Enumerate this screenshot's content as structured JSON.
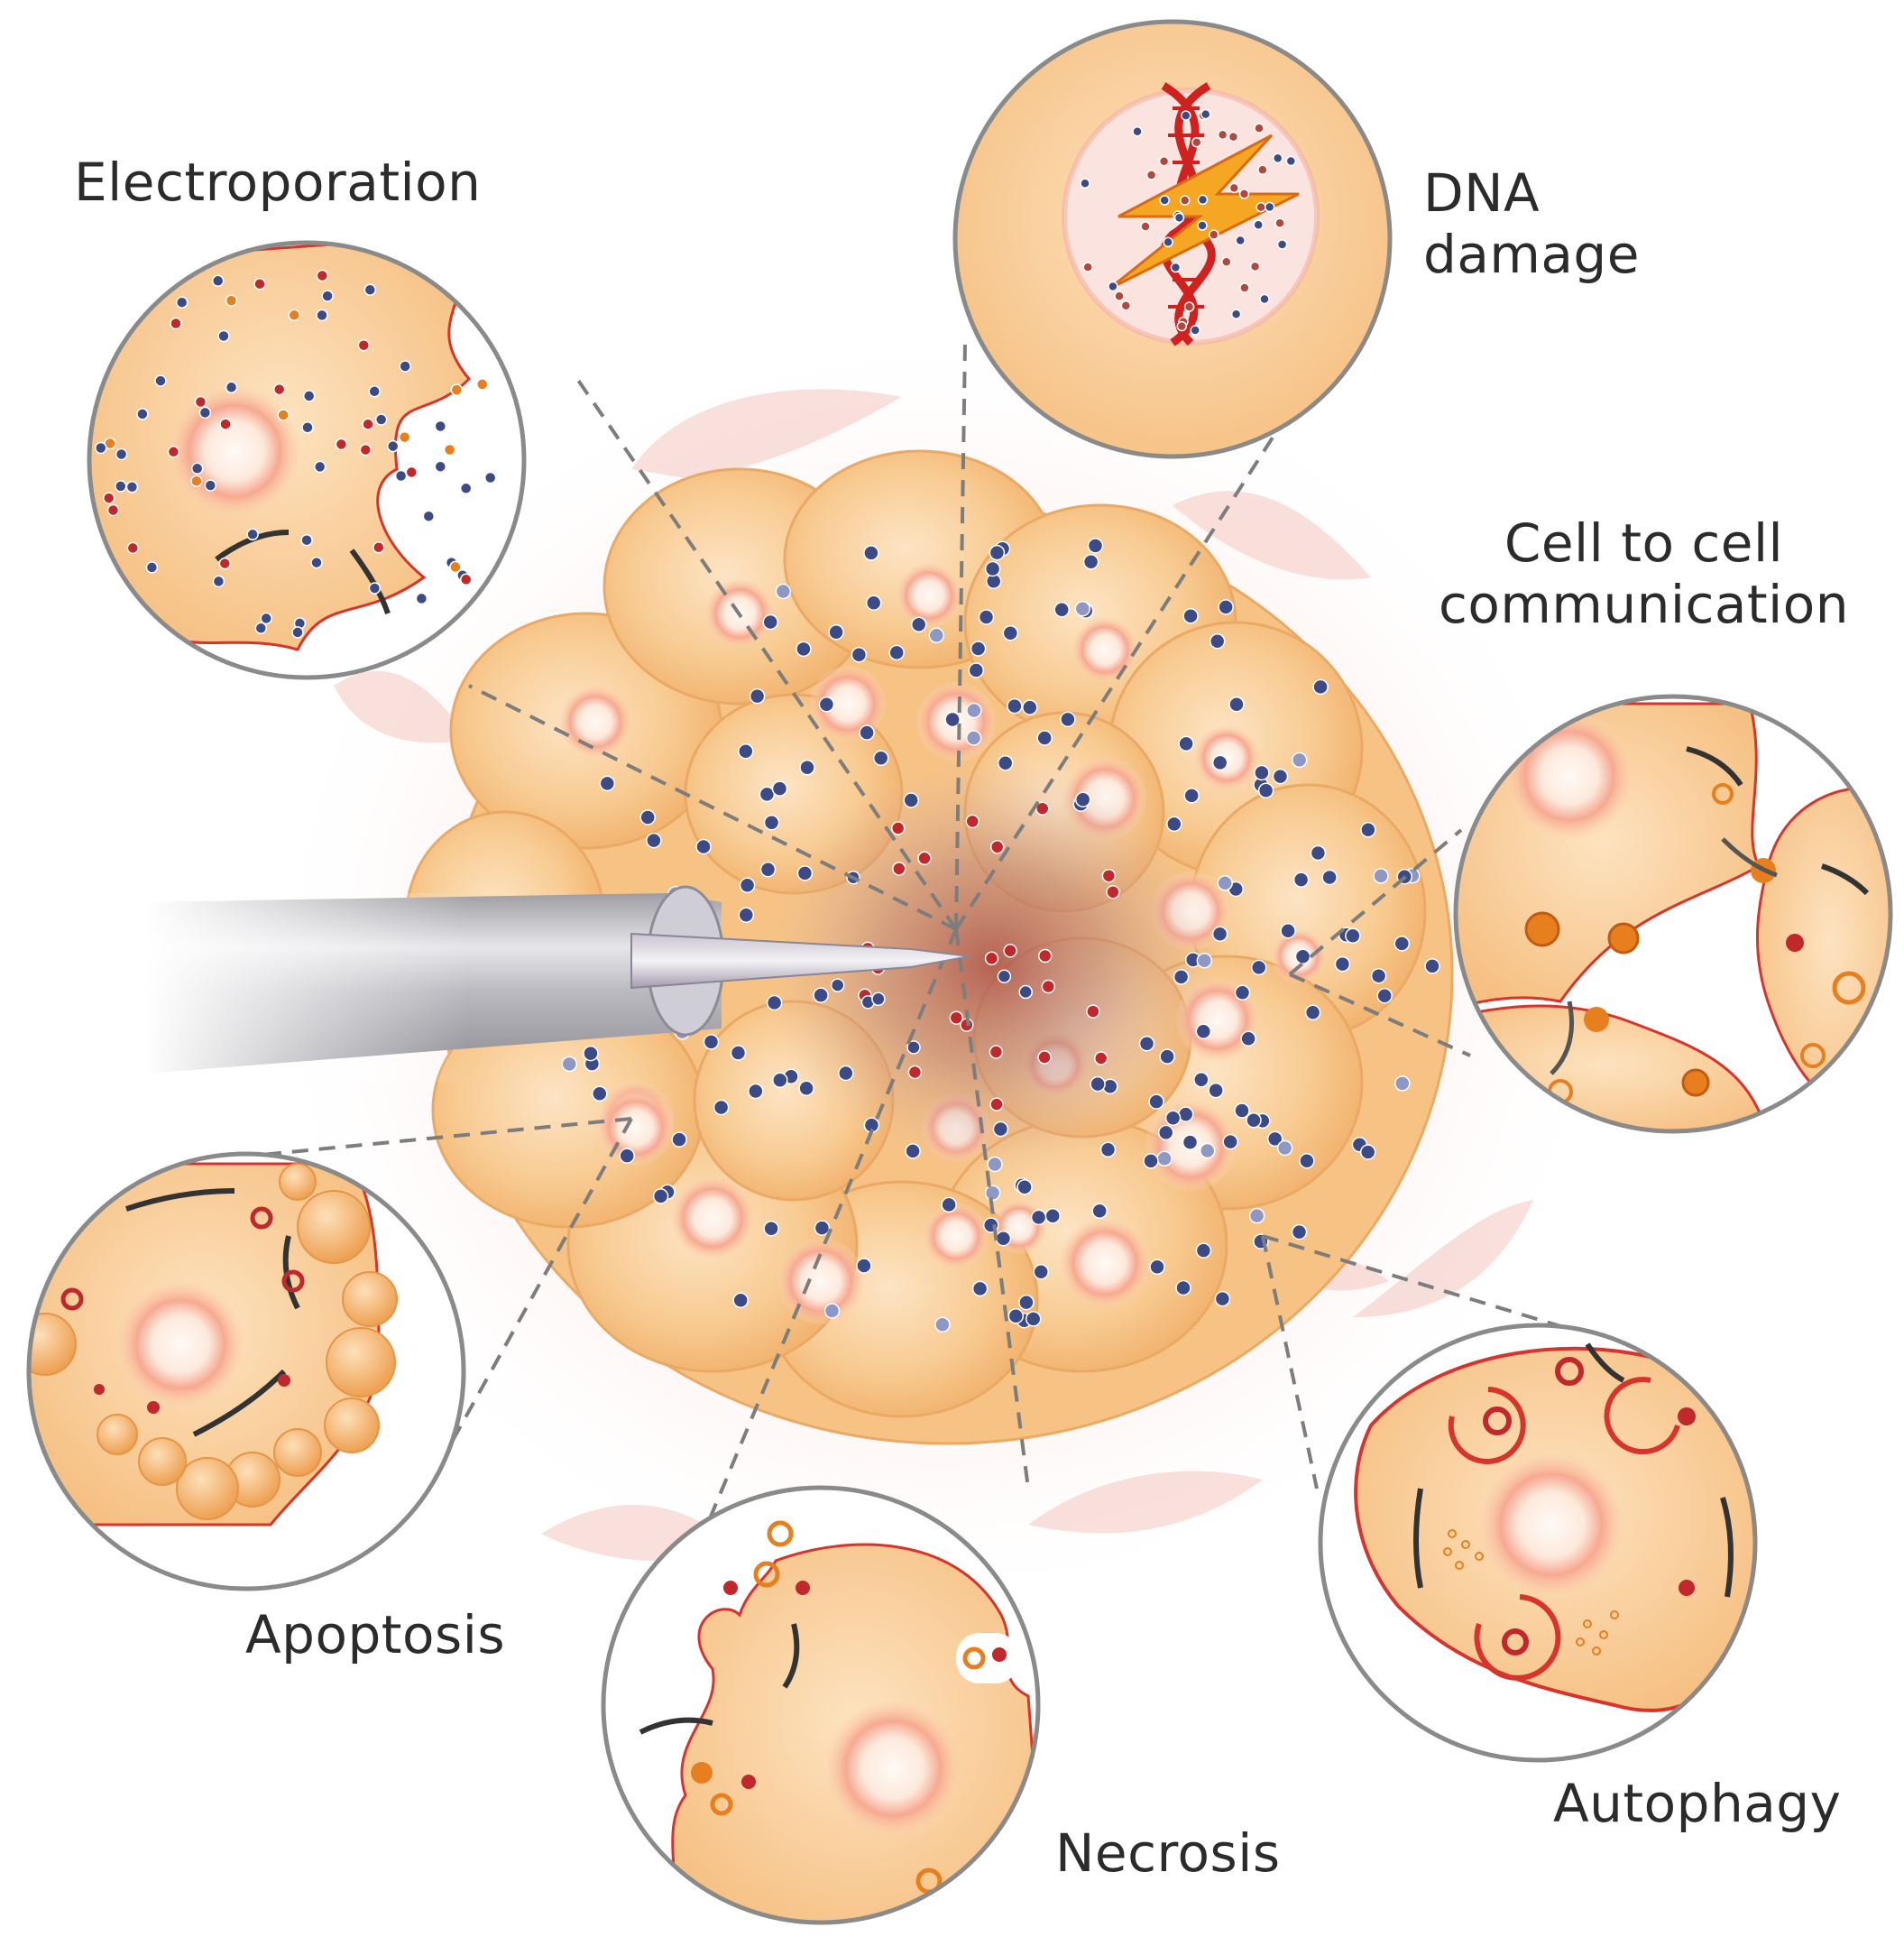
{
  "labels": {
    "electroporation": "Electroporation",
    "dna_damage": [
      "DNA",
      "damage"
    ],
    "cell_to_cell": [
      "Cell to cell",
      "communication"
    ],
    "apoptosis": "Apoptosis",
    "necrosis": "Necrosis",
    "autophagy": "Autophagy"
  },
  "colors": {
    "cell_fill": "#f7c88f",
    "cell_edge": "#e9a35d",
    "nucleus_ring": "#f4a18c",
    "ion_blue": "#3c4a86",
    "ion_red": "#c0282c",
    "ion_orange": "#e77f1f",
    "membrane_red": "#d8342b",
    "circle_border": "#8a8a8a",
    "needle_gray": "#b6b6b9"
  }
}
